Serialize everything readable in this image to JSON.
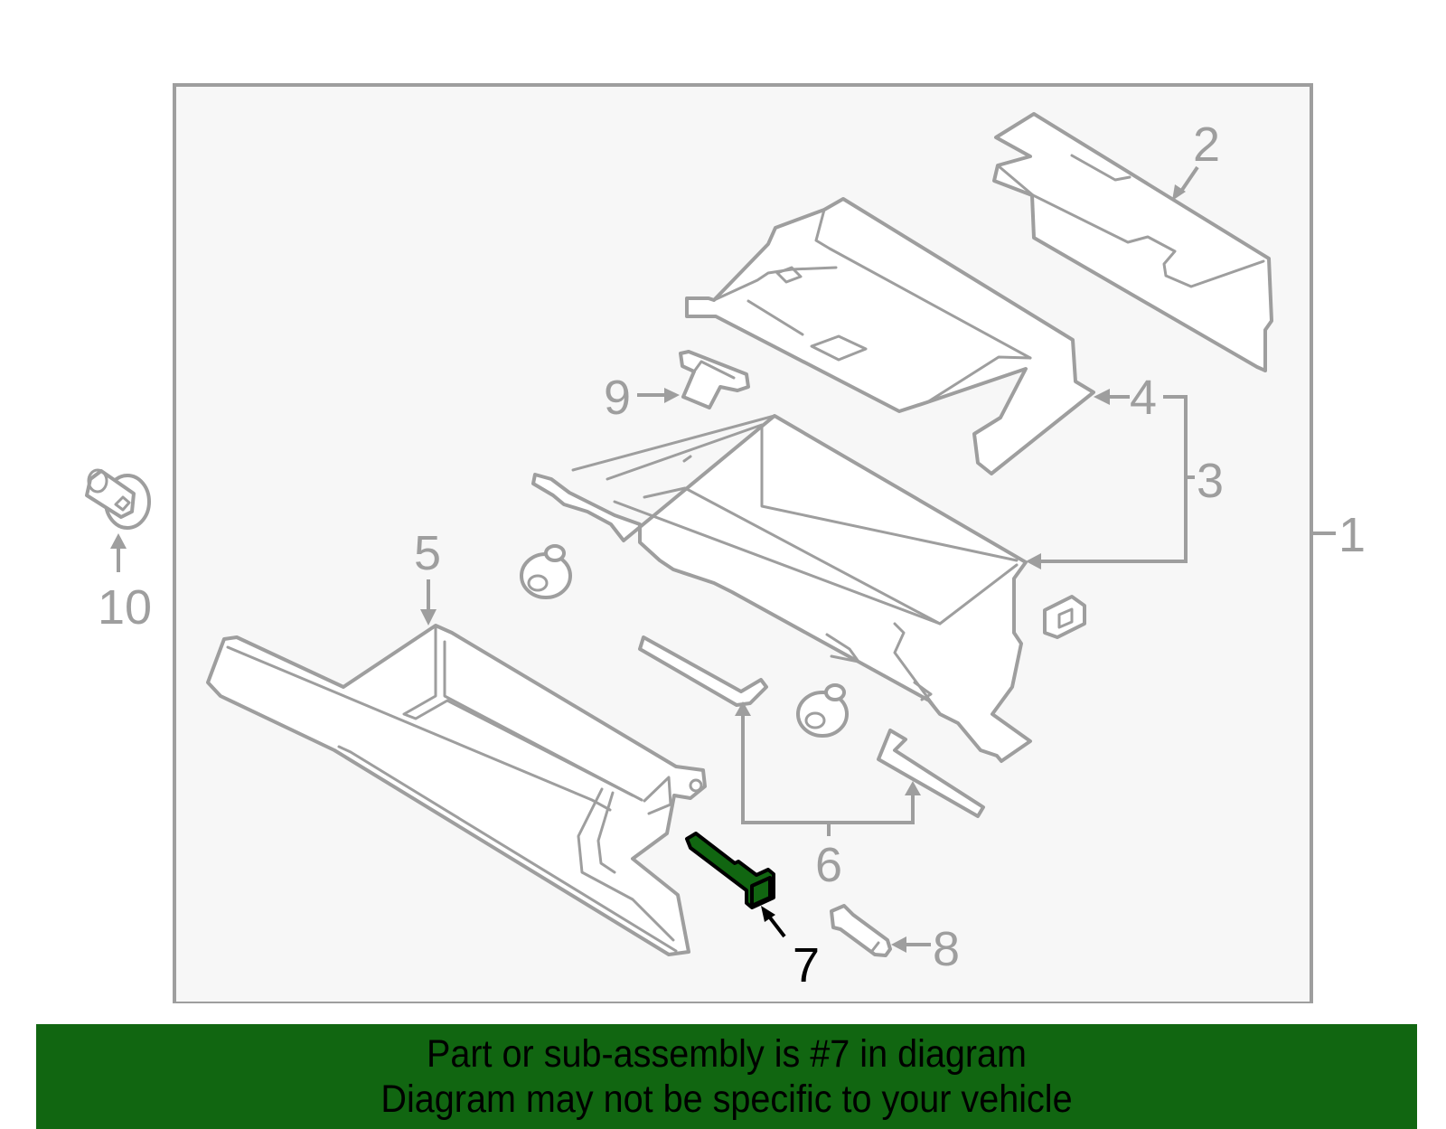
{
  "diagram": {
    "frame": {
      "background": "#f7f7f7",
      "border_color": "#9e9e9e"
    },
    "highlight_color": "#116611",
    "callouts": [
      {
        "id": "1",
        "label": "1"
      },
      {
        "id": "2",
        "label": "2"
      },
      {
        "id": "3",
        "label": "3"
      },
      {
        "id": "4",
        "label": "4"
      },
      {
        "id": "5",
        "label": "5"
      },
      {
        "id": "6",
        "label": "6"
      },
      {
        "id": "7",
        "label": "7",
        "highlighted": true
      },
      {
        "id": "8",
        "label": "8"
      },
      {
        "id": "9",
        "label": "9"
      },
      {
        "id": "10",
        "label": "10"
      }
    ]
  },
  "banner": {
    "line1": "Part or sub-assembly is #7 in diagram",
    "line2": "Diagram may not be specific to your vehicle",
    "background": "#116611"
  }
}
